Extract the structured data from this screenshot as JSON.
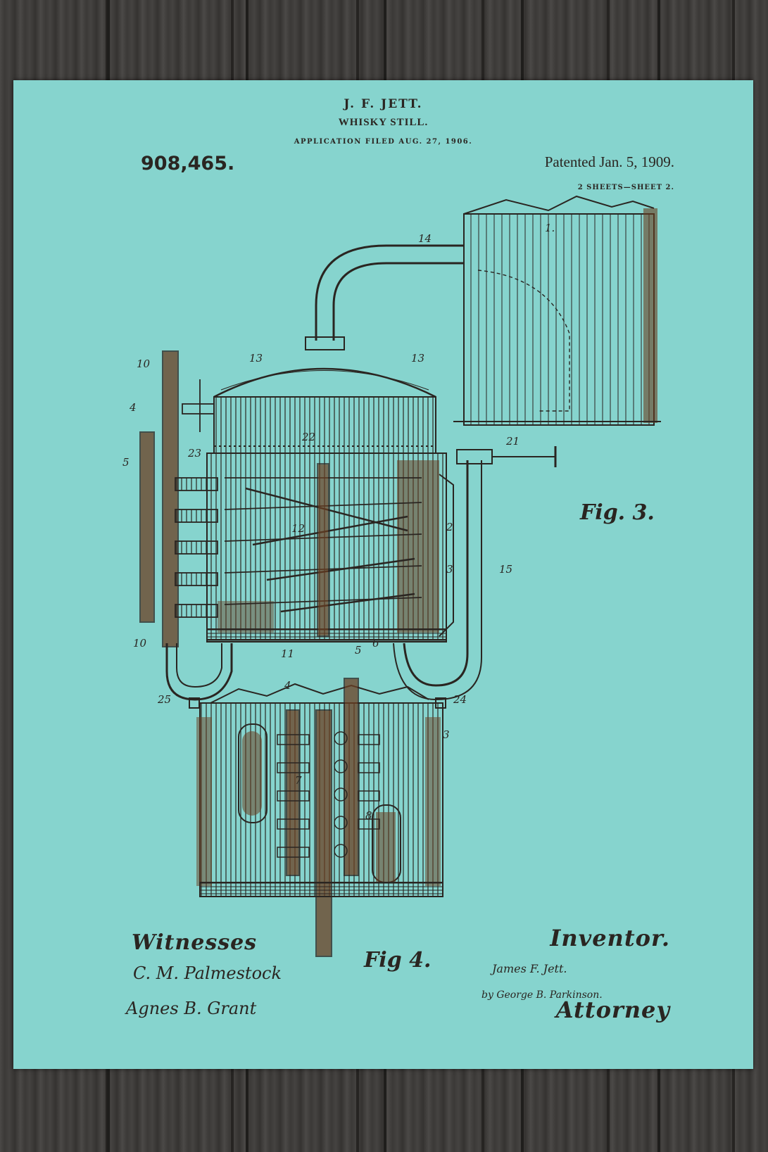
{
  "header": {
    "inventor_name": "J. F. JETT.",
    "invention": "WHISKY STILL.",
    "application": "APPLICATION FILED AUG. 27, 1906.",
    "patent_number": "908,465.",
    "patent_date": "Patented Jan. 5, 1909.",
    "sheets": "2 SHEETS—SHEET 2."
  },
  "figures": {
    "fig3": "Fig. 3.",
    "fig4": "Fig 4."
  },
  "reference_numerals": {
    "n1": "1.",
    "n2": "2",
    "n3": "3",
    "n4": "4",
    "n5": "5",
    "n6": "6",
    "n7": "7",
    "n8": "8",
    "n10": "10",
    "n11": "11",
    "n12": "12",
    "n13": "13",
    "n14": "14",
    "n15": "15",
    "n21": "21",
    "n22": "22",
    "n23": "23",
    "n24": "24",
    "n25": "25"
  },
  "footer": {
    "witnesses_label": "Witnesses",
    "inventor_label": "Inventor.",
    "attorney_label": "Attorney",
    "witness_signature_1": "C. M. Palmestock",
    "witness_signature_2": "Agnes B. Grant",
    "inventor_signature": "James F. Jett.",
    "attorney_signature": "by George B. Parkinson."
  },
  "colors": {
    "poster": "#86d4ce",
    "ink": "#2a2521",
    "wood_ink": "#6b3f22",
    "backdrop": "#3f3d3b"
  }
}
